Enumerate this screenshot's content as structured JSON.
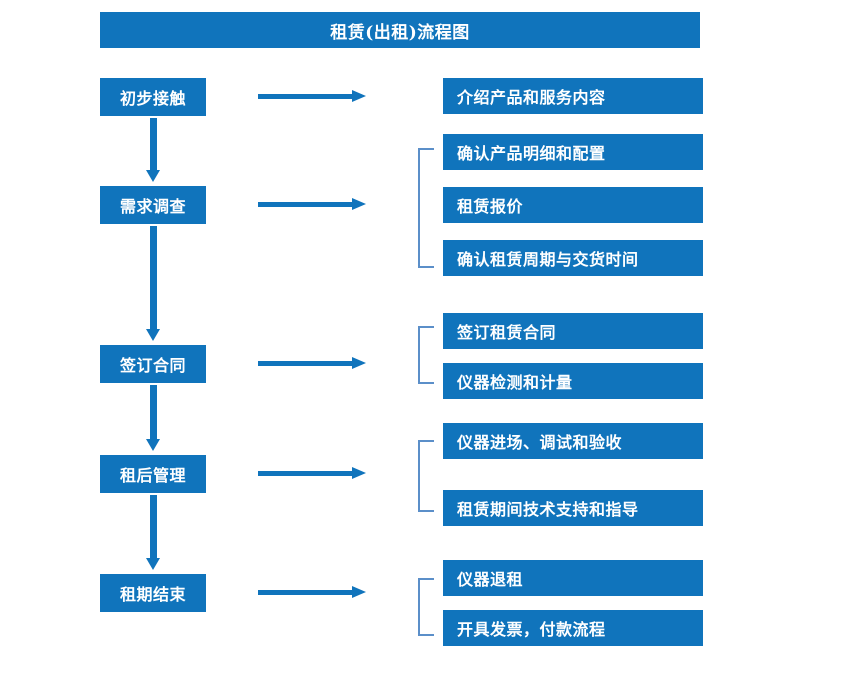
{
  "document": {
    "title": "租赁(出租)流程图",
    "background_color": "#ffffff",
    "accent_color": "#1074bc",
    "bracket_color": "#5b8fc9",
    "text_color": "#ffffff"
  },
  "stages": [
    {
      "label": "初步接触"
    },
    {
      "label": "需求调查"
    },
    {
      "label": "签订合同"
    },
    {
      "label": "租后管理"
    },
    {
      "label": "租期结束"
    }
  ],
  "details": [
    {
      "label": "介绍产品和服务内容"
    },
    {
      "label": "确认产品明细和配置"
    },
    {
      "label": "租赁报价"
    },
    {
      "label": "确认租赁周期与交货时间"
    },
    {
      "label": "签订租赁合同"
    },
    {
      "label": "仪器检测和计量"
    },
    {
      "label": "仪器进场、调试和验收"
    },
    {
      "label": "租赁期间技术支持和指导"
    },
    {
      "label": "仪器退租"
    },
    {
      "label": "开具发票，付款流程"
    }
  ],
  "connectors": {
    "horizontal_arrow_icon": "arrow-right-icon",
    "vertical_arrow_icon": "arrow-down-icon",
    "group_bracket_icon": "group-bracket-icon"
  }
}
